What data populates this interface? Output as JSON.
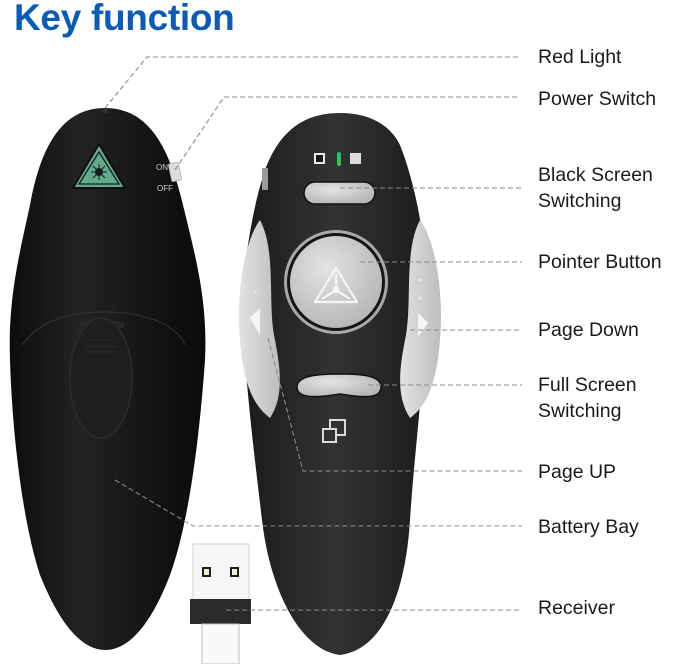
{
  "title": "Key function",
  "colors": {
    "title": "#0a5cb8",
    "device_body": "#1b1b1b",
    "device_front": "#2a2a2a",
    "button_grey": "#c9c9c9",
    "laser_warning_green": "#5fa889",
    "indicator_green": "#22c55e",
    "leader_line": "#808080"
  },
  "device_back": {
    "laser_warning_icon": "laser-warning-triangle",
    "switch_labels": {
      "on": "ON",
      "off": "OFF"
    }
  },
  "device_front": {
    "indicators": [
      "black-screen-square-icon",
      "green-led-bar",
      "white-screen-square-icon"
    ],
    "pointer_icon": "laser-pointer-triangle",
    "fullscreen_icon": "overlapping-windows-icon"
  },
  "callouts": [
    {
      "id": "red-light",
      "label": "Red Light"
    },
    {
      "id": "power-switch",
      "label": "Power Switch"
    },
    {
      "id": "black-screen",
      "label": "Black Screen\nSwitching"
    },
    {
      "id": "pointer-button",
      "label": "Pointer Button"
    },
    {
      "id": "page-down",
      "label": "Page Down"
    },
    {
      "id": "full-screen",
      "label": "Full Screen\nSwitching"
    },
    {
      "id": "page-up",
      "label": "Page UP"
    },
    {
      "id": "battery-bay",
      "label": "Battery Bay"
    },
    {
      "id": "receiver",
      "label": "Receiver"
    }
  ]
}
